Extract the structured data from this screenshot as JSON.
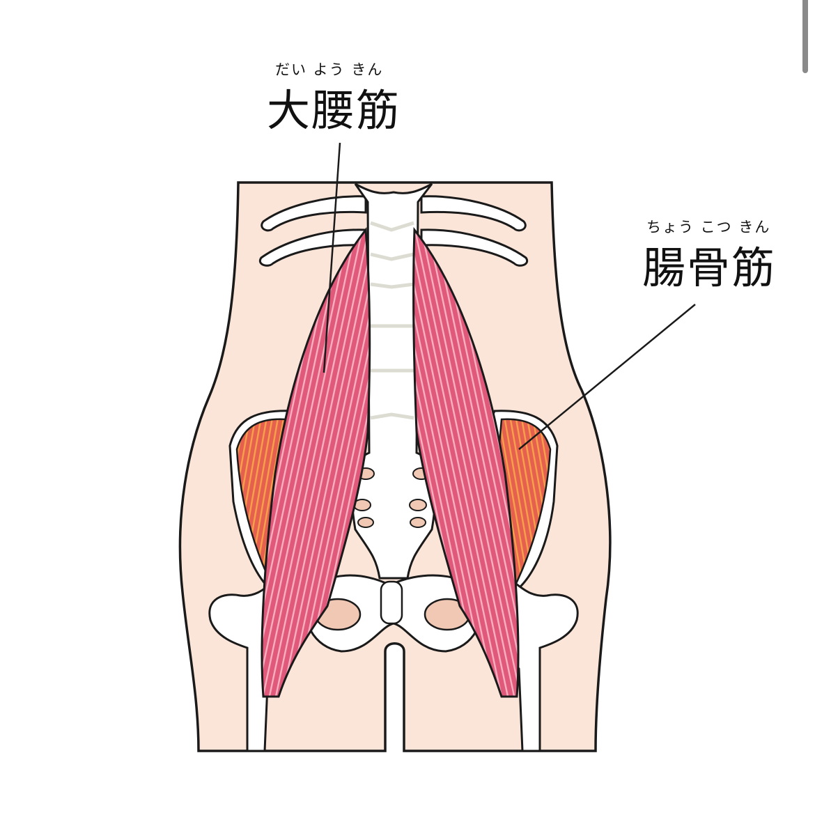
{
  "labels": {
    "psoas": {
      "furigana": "だい よう きん",
      "name": "大腰筋"
    },
    "iliacus": {
      "furigana": "ちょう こつ きん",
      "name": "腸骨筋"
    }
  },
  "colors": {
    "skin": "#fbe5d8",
    "bone": "#ffffff",
    "outline": "#1a1a1a",
    "psoas_muscle": "#e0587a",
    "psoas_fiber": "#f7b0c0",
    "iliacus_muscle": "#e5604e",
    "iliacus_fiber": "#f7a04a",
    "vertebra_gap": "#dcdcd2",
    "pelvic_hole": "#f0c8b4"
  }
}
